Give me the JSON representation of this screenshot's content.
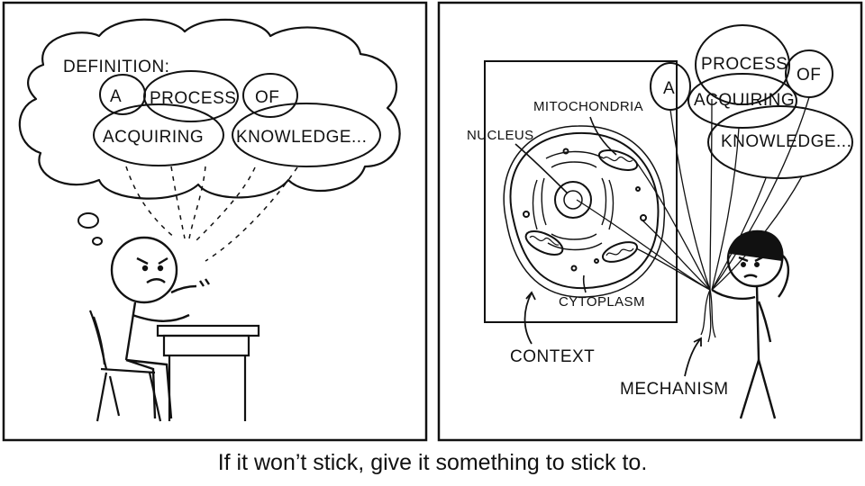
{
  "left_panel": {
    "heading": "DEFINITION:",
    "balloons": [
      "A",
      "PROCESS",
      "OF",
      "ACQUIRING",
      "KNOWLEDGE..."
    ]
  },
  "right_panel": {
    "balloons": [
      "A",
      "PROCESS",
      "OF",
      "ACQUIRING",
      "KNOWLEDGE..."
    ],
    "labels": {
      "mitochondria": "MITOCHONDRIA",
      "nucleus": "NUCLEUS",
      "cytoplasm": "CYTOPLASM",
      "context": "CONTEXT",
      "mechanism": "MECHANISM"
    }
  },
  "caption": "If it won’t stick, give it something to stick to."
}
